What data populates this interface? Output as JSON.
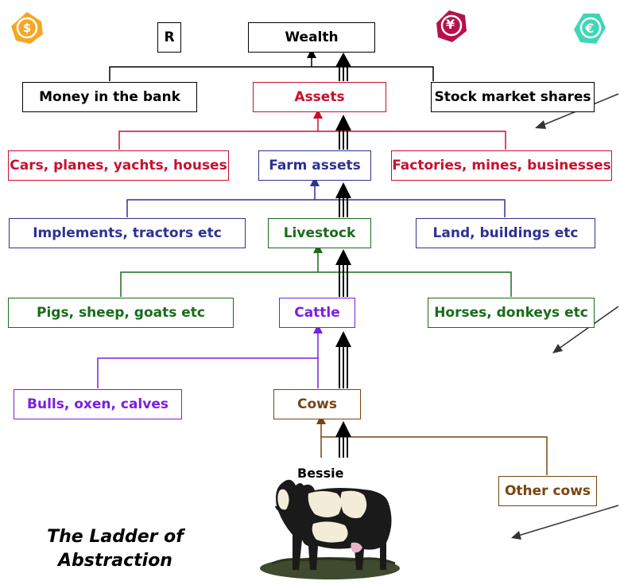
{
  "badges": {
    "dollar": "$",
    "rand": "R",
    "yen": "¥",
    "euro": "€"
  },
  "nodes": {
    "wealth": "Wealth",
    "money_in_bank": "Money in the bank",
    "assets": "Assets",
    "stock_market_shares": "Stock market shares",
    "cars_planes": "Cars, planes, yachts, houses",
    "farm_assets": "Farm assets",
    "factories": "Factories, mines, businesses",
    "implements": "Implements, tractors etc",
    "livestock": "Livestock",
    "land_buildings": "Land, buildings etc",
    "pigs_sheep": "Pigs, sheep, goats etc",
    "cattle": "Cattle",
    "horses_donkeys": "Horses, donkeys etc",
    "bulls_oxen": "Bulls, oxen, calves",
    "cows": "Cows",
    "other_cows": "Other cows"
  },
  "bessie_label": "Bessie",
  "title_line1": "The Ladder of",
  "title_line2": "Abstraction",
  "colors": {
    "black": "#000000",
    "red": "#c8102e",
    "navy": "#2e3192",
    "green": "#1a6b1a",
    "purple": "#7a1fe0",
    "brown": "#7a4410",
    "dollar_badge": "#f5a623",
    "yen_badge": "#b5124a",
    "euro_badge": "#3fd6b8"
  }
}
